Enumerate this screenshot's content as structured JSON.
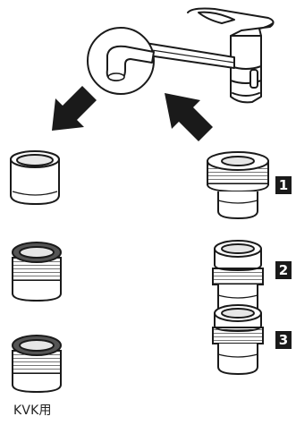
{
  "steps": [
    {
      "number": "1"
    },
    {
      "number": "2"
    },
    {
      "number": "3"
    }
  ],
  "caption": "KVK用",
  "colors": {
    "line": "#1a1a1a",
    "badge": "#1a1a1a",
    "grey": "#8c8c8c",
    "dark_grey": "#555555"
  }
}
